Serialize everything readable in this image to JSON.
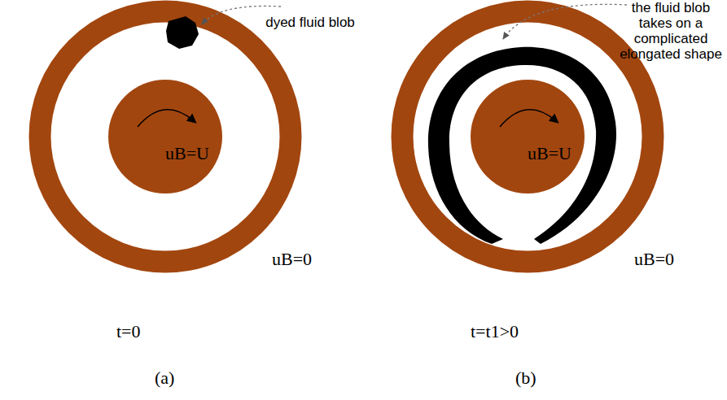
{
  "diagram": {
    "nodes": [
      {
        "text": [
          "uB=U"
        ]
      },
      {
        "text": [
          "uB=U"
        ]
      }
    ],
    "labels": [
      "dyed fluid blob",
      "uB=0",
      "t=0",
      "(a)",
      "the fluid blob takes on a complicated elongated shape",
      "uB=0",
      "t=t1>0",
      "(b)"
    ]
  }
}
